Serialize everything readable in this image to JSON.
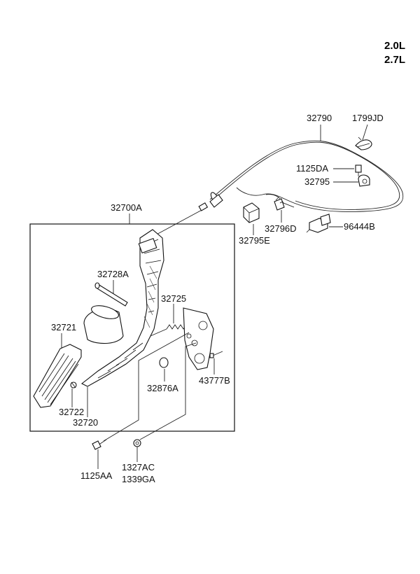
{
  "engine": {
    "line1": "2.0L",
    "line2": "2.7L"
  },
  "labels": {
    "p32790": "32790",
    "p1799JD": "1799JD",
    "p1125DA": "1125DA",
    "p32795": "32795",
    "p32700A": "32700A",
    "p32795E": "32795E",
    "p32796D": "32796D",
    "p96444B": "96444B",
    "p32728A": "32728A",
    "p32725": "32725",
    "p32721": "32721",
    "p32876A": "32876A",
    "p43777B": "43777B",
    "p32722": "32722",
    "p32720": "32720",
    "p1125AA": "1125AA",
    "p1327AC": "1327AC",
    "p1339GA": "1339GA"
  }
}
